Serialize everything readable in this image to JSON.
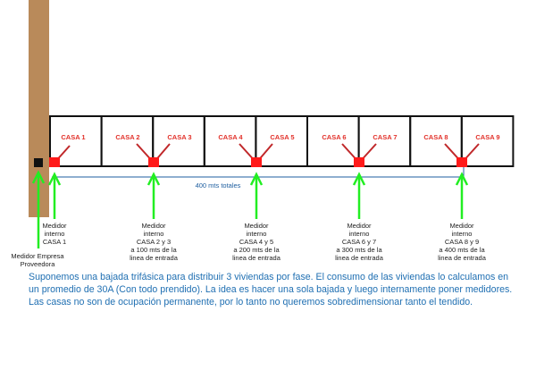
{
  "houses": [
    "CASA 1",
    "CASA 2",
    "CASA 3",
    "CASA 4",
    "CASA 5",
    "CASA 6",
    "CASA 7",
    "CASA 8",
    "CASA 9"
  ],
  "distance_label": "400 mts totales",
  "provider_meter": [
    "Medidor Empresa",
    "Proveedora"
  ],
  "meters": [
    [
      "Medidor",
      "interno",
      "CASA 1"
    ],
    [
      "Medidor",
      "interno",
      "CASA 2 y 3",
      "a 100 mts de la",
      "linea de entrada"
    ],
    [
      "Medidor",
      "interno",
      "CASA 4 y 5",
      "a 200 mts de la",
      "linea de entrada"
    ],
    [
      "Medidor",
      "interno",
      "CASA 6 y 7",
      "a 300 mts de la",
      "linea de entrada"
    ],
    [
      "Medidor",
      "interno",
      "CASA 8 y 9",
      "a 400 mts de la",
      "linea de entrada"
    ]
  ],
  "description": "Suponemos una bajada trifásica para distribuir 3 viviendas por fase. El consumo de las viviendas lo calculamos en un promedio de 30A (Con todo prendido). La idea es hacer una sola bajada y luego internamente poner medidores. Las casas no son de ocupación permanente, por lo tanto no queremos sobredimensionar tanto el tendido.",
  "colors": {
    "post": "#b98a5a",
    "meter": "#ff1a1a",
    "arrow": "#22ee22",
    "line": "#1f5fa0",
    "text": "#1f6fb2"
  }
}
